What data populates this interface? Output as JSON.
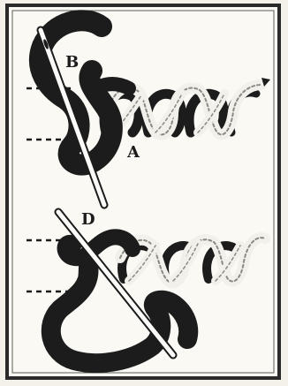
{
  "labels": {
    "top_needle_label": "B",
    "top_point_label": "A",
    "bottom_needle_label": "D"
  },
  "colors": {
    "background": "#f4f1ea",
    "frame": "#2a2a2a",
    "thread_dark": "#1c1c1c",
    "thread_light": "#e6e4dc",
    "needle": "#fafaf8"
  }
}
